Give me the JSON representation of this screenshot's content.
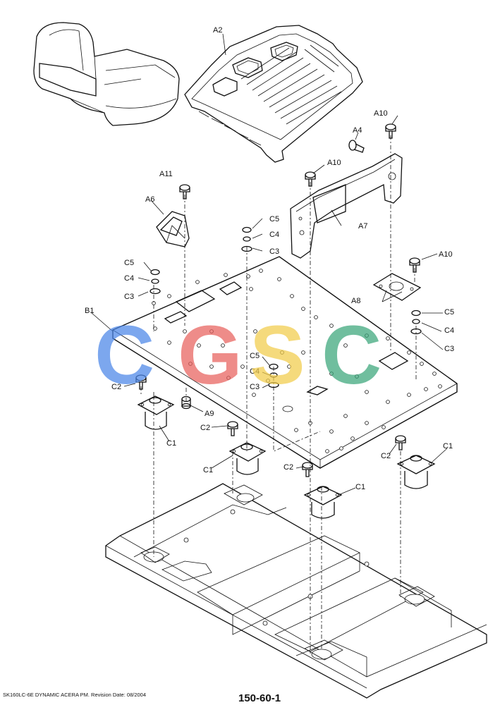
{
  "labels": {
    "A2": "A2",
    "A4": "A4",
    "A6": "A6",
    "A7": "A7",
    "A8": "A8",
    "A9": "A9",
    "A10": "A10",
    "A11": "A11",
    "B1": "B1",
    "C1": "C1",
    "C2": "C2",
    "C3": "C3",
    "C4": "C4",
    "C5": "C5"
  },
  "watermark": {
    "letters": [
      "C",
      "G",
      "S",
      "C"
    ],
    "colors": [
      "#4a86e8",
      "#e8605c",
      "#f2cc4b",
      "#3aa67a"
    ]
  },
  "footer": {
    "model_text": "SK160LC-6E DYNAMIC ACERA PM. Revision Date: 08/2004",
    "page_number": "150-60-1"
  }
}
